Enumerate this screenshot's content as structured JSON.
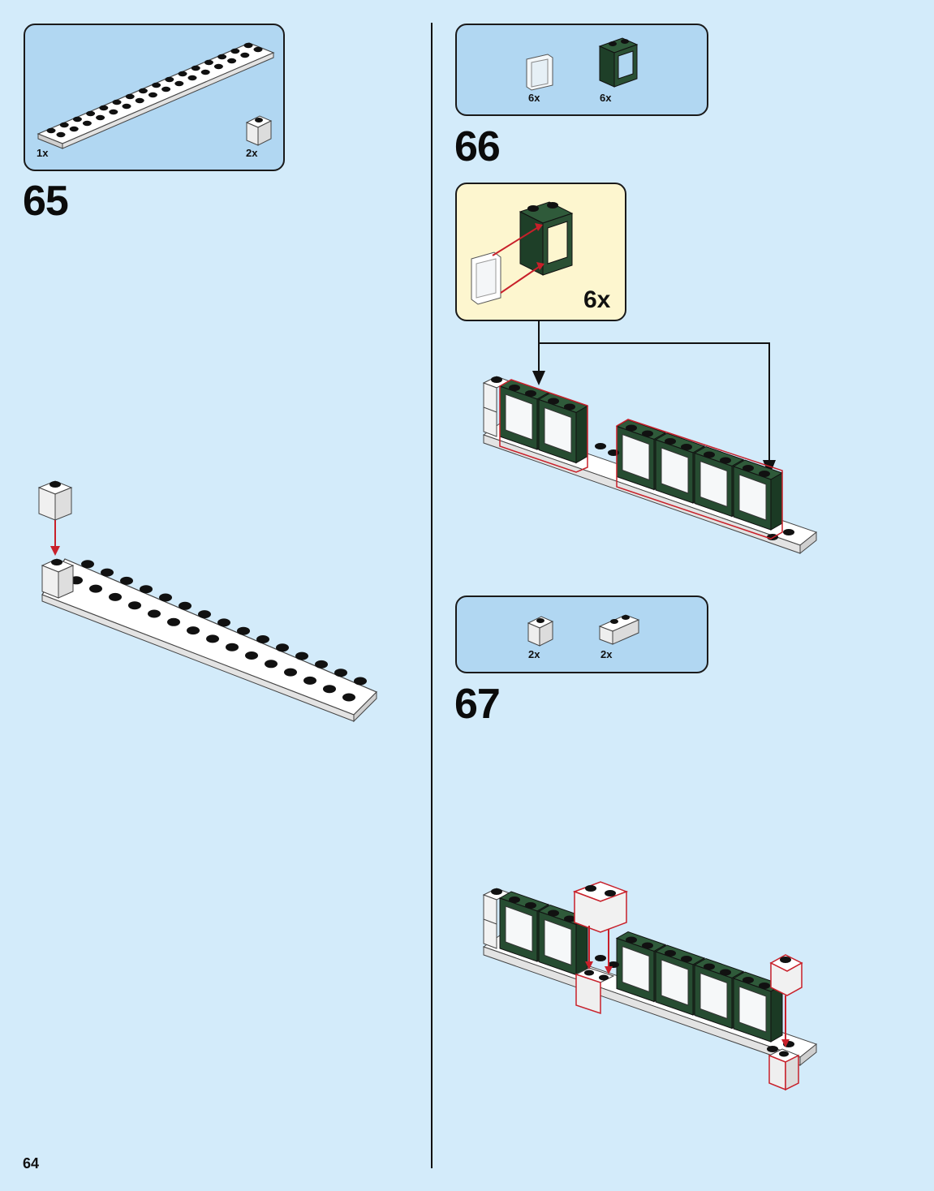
{
  "page": {
    "number": "64"
  },
  "steps": [
    {
      "number": "65",
      "parts": [
        {
          "icon": "white-plate-2x16-icon",
          "qty": "1x"
        },
        {
          "icon": "white-brick-1x1-icon",
          "qty": "2x"
        }
      ]
    },
    {
      "number": "66",
      "parts": [
        {
          "icon": "trans-clear-glass-pane-icon",
          "qty": "6x"
        },
        {
          "icon": "dark-green-window-frame-icon",
          "qty": "6x"
        }
      ],
      "subassembly": {
        "qty": "6x"
      }
    },
    {
      "number": "67",
      "parts": [
        {
          "icon": "white-brick-1x1-icon",
          "qty": "2x"
        },
        {
          "icon": "white-brick-1x2-icon",
          "qty": "2x"
        }
      ]
    }
  ],
  "colors": {
    "background": "#d3ebfa",
    "parts_box": "#b1d7f2",
    "subassembly_box": "#fdf6cf",
    "dark_green": "#23472d",
    "highlight_red": "#c8202a"
  }
}
